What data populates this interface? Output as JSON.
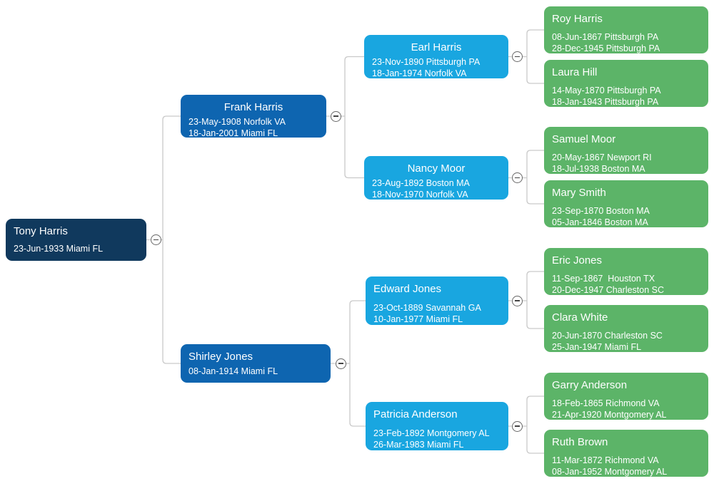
{
  "colors": {
    "root_person": "#10395D",
    "parents": "#0E65B0",
    "grandparents": "#19A6E0",
    "great_grandparents": "#5CB468",
    "connector_line": "#C9C9C9",
    "collapse_button_border": "#666666"
  },
  "icons": {
    "collapse": "minus-circle-icon"
  },
  "people": [
    {
      "id": "tony",
      "name": "Tony Harris",
      "dates": [
        "23-Jun-1933 Miami FL"
      ],
      "generation": "root_person",
      "name_align": "left"
    },
    {
      "id": "frank",
      "name": "Frank Harris",
      "dates": [
        "23-May-1908 Norfolk VA",
        "18-Jan-2001 Miami FL"
      ],
      "generation": "parents",
      "name_align": "center"
    },
    {
      "id": "shirley",
      "name": "Shirley Jones",
      "dates": [
        "08-Jan-1914 Miami FL"
      ],
      "generation": "parents",
      "name_align": "left"
    },
    {
      "id": "earl",
      "name": "Earl Harris",
      "dates": [
        "23-Nov-1890 Pittsburgh PA",
        "18-Jan-1974 Norfolk VA"
      ],
      "generation": "grandparents",
      "name_align": "center"
    },
    {
      "id": "nancy",
      "name": "Nancy Moor",
      "dates": [
        "23-Aug-1892 Boston MA",
        "18-Nov-1970 Norfolk VA"
      ],
      "generation": "grandparents",
      "name_align": "center"
    },
    {
      "id": "edward",
      "name": "Edward Jones",
      "dates": [
        "23-Oct-1889 Savannah GA",
        "10-Jan-1977 Miami FL"
      ],
      "generation": "grandparents",
      "name_align": "left"
    },
    {
      "id": "patricia",
      "name": "Patricia Anderson",
      "dates": [
        "23-Feb-1892 Montgomery AL",
        "26-Mar-1983 Miami FL"
      ],
      "generation": "grandparents",
      "name_align": "left"
    },
    {
      "id": "roy",
      "name": "Roy Harris",
      "dates": [
        "08-Jun-1867 Pittsburgh PA",
        "28-Dec-1945 Pittsburgh PA"
      ],
      "generation": "great_grandparents",
      "name_align": "left"
    },
    {
      "id": "laura",
      "name": "Laura Hill",
      "dates": [
        "14-May-1870 Pittsburgh PA",
        "18-Jan-1943 Pittsburgh PA"
      ],
      "generation": "great_grandparents",
      "name_align": "left"
    },
    {
      "id": "samuel",
      "name": "Samuel Moor",
      "dates": [
        "20-May-1867 Newport RI",
        "18-Jul-1938 Boston MA"
      ],
      "generation": "great_grandparents",
      "name_align": "left"
    },
    {
      "id": "mary",
      "name": "Mary Smith",
      "dates": [
        "23-Sep-1870 Boston MA",
        "05-Jan-1846 Boston MA"
      ],
      "generation": "great_grandparents",
      "name_align": "left"
    },
    {
      "id": "eric",
      "name": "Eric Jones",
      "dates": [
        "11-Sep-1867  Houston TX",
        "20-Dec-1947 Charleston SC"
      ],
      "generation": "great_grandparents",
      "name_align": "left"
    },
    {
      "id": "clara",
      "name": "Clara White",
      "dates": [
        "20-Jun-1870 Charleston SC",
        "25-Jan-1947 Miami FL"
      ],
      "generation": "great_grandparents",
      "name_align": "left"
    },
    {
      "id": "garry",
      "name": "Garry Anderson",
      "dates": [
        "18-Feb-1865 Richmond VA",
        "21-Apr-1920 Montgomery AL"
      ],
      "generation": "great_grandparents",
      "name_align": "left"
    },
    {
      "id": "ruth",
      "name": "Ruth Brown",
      "dates": [
        "11-Mar-1872 Richmond VA",
        "08-Jan-1952 Montgomery AL"
      ],
      "generation": "great_grandparents",
      "name_align": "left"
    }
  ],
  "families": [
    {
      "parent": "tony",
      "children": [
        "frank",
        "shirley"
      ]
    },
    {
      "parent": "frank",
      "children": [
        "earl",
        "nancy"
      ]
    },
    {
      "parent": "shirley",
      "children": [
        "edward",
        "patricia"
      ]
    },
    {
      "parent": "earl",
      "children": [
        "roy",
        "laura"
      ]
    },
    {
      "parent": "nancy",
      "children": [
        "samuel",
        "mary"
      ]
    },
    {
      "parent": "edward",
      "children": [
        "eric",
        "clara"
      ]
    },
    {
      "parent": "patricia",
      "children": [
        "garry",
        "ruth"
      ]
    }
  ]
}
